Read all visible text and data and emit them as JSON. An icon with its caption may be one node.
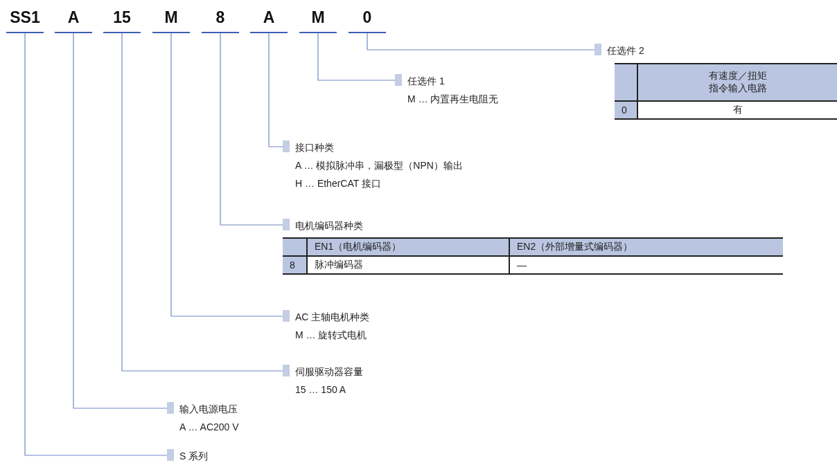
{
  "diagram": {
    "nodes": [
      {
        "text": [
          "SS1"
        ]
      },
      {
        "text": [
          "A"
        ]
      },
      {
        "text": [
          "15"
        ]
      },
      {
        "text": [
          "M"
        ]
      },
      {
        "text": [
          "8"
        ]
      },
      {
        "text": [
          "A"
        ]
      },
      {
        "text": [
          "M"
        ]
      },
      {
        "text": [
          "0"
        ]
      },
      {
        "text": [
          "任选件 2"
        ]
      },
      {
        "text": [
          "任选件 1",
          "M … 内置再生电阻无"
        ]
      },
      {
        "text": [
          "接口种类",
          "A … 模拟脉冲串，漏极型（NPN）输出",
          "H … EtherCAT 接口"
        ]
      },
      {
        "text": [
          "电机编码器种类"
        ]
      },
      {
        "text": [
          "AC 主轴电机种类",
          "M … 旋转式电机"
        ]
      },
      {
        "text": [
          "伺服驱动器容量",
          "15 … 150 A"
        ]
      },
      {
        "text": [
          "输入电源电压",
          "A … AC200 V"
        ]
      },
      {
        "text": [
          "S 系列"
        ]
      }
    ],
    "edges": [
      {
        "from": 0,
        "to": 15,
        "arrow": "none"
      },
      {
        "from": 1,
        "to": 14,
        "arrow": "none"
      },
      {
        "from": 2,
        "to": 13,
        "arrow": "none"
      },
      {
        "from": 3,
        "to": 12,
        "arrow": "none"
      },
      {
        "from": 4,
        "to": 11,
        "arrow": "none"
      },
      {
        "from": 5,
        "to": 10,
        "arrow": "none"
      },
      {
        "from": 6,
        "to": 9,
        "arrow": "none"
      },
      {
        "from": 7,
        "to": 8,
        "arrow": "none"
      }
    ],
    "labels": [
      "有速度／扭矩指令输入电路",
      "0",
      "有",
      "EN1（电机编码器）",
      "EN2（外部增量式编码器）",
      "8",
      "脉冲编码器",
      "—"
    ]
  }
}
